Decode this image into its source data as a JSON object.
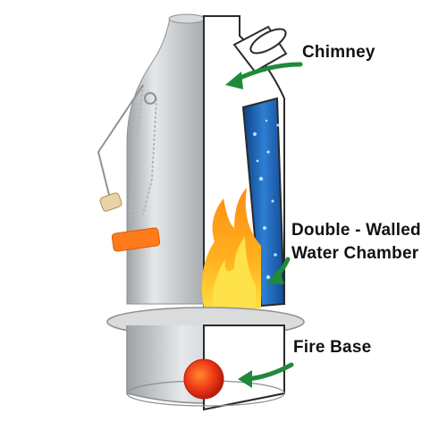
{
  "labels": {
    "chimney": "Chimney",
    "water_chamber_line1": "Double - Walled",
    "water_chamber_line2": "Water Chamber",
    "fire_base": "Fire Base"
  },
  "colors": {
    "arrow": "#1f8a3a",
    "steel": "#c9cbcd",
    "water": "#1f5fb0",
    "flame_outer": "#f39a12",
    "flame_inner": "#ffd63a",
    "handle_grip": "#ff7a1a",
    "fire_ball": "#e8341c"
  }
}
